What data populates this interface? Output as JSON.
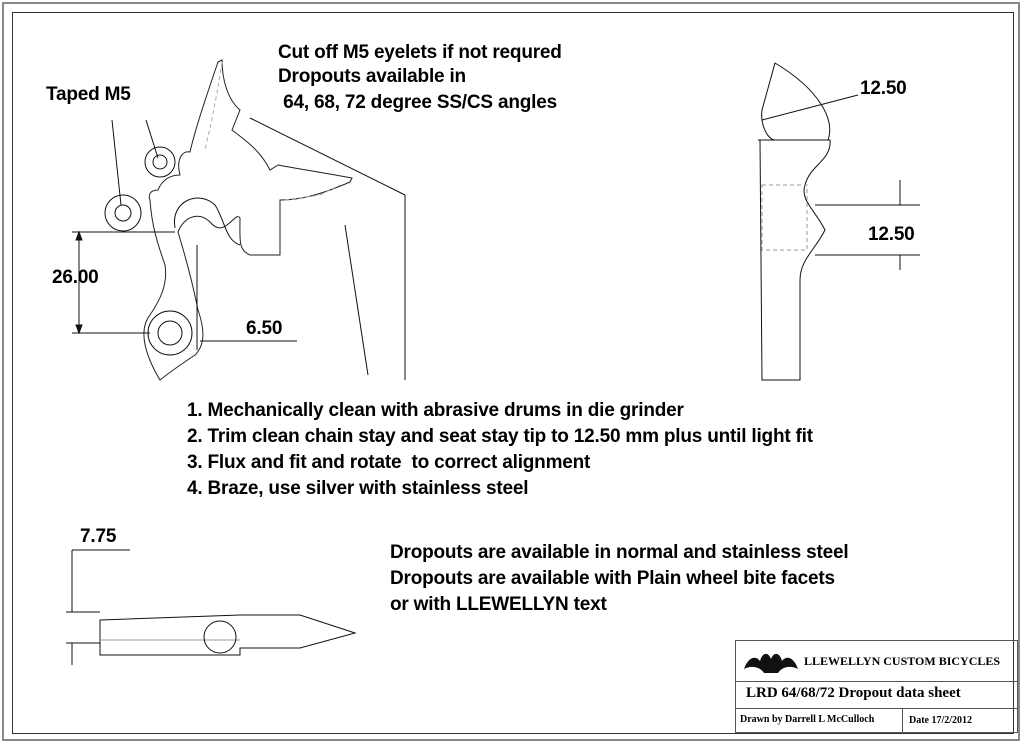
{
  "notes": {
    "eyelets": [
      "Cut off M5 eyelets if not requred",
      "Dropouts available in",
      " 64, 68, 72 degree SS/CS angles"
    ],
    "taped": "Taped M5",
    "steps": [
      "1. Mechanically clean with abrasive drums in die grinder",
      "2. Trim clean chain stay and seat stay tip to 12.50 mm plus until light fit",
      "3. Flux and fit and rotate  to correct alignment",
      "4. Braze, use silver with stainless steel"
    ],
    "availability": [
      "Dropouts are available in normal and stainless steel",
      "Dropouts are available with Plain wheel bite facets",
      "or with LLEWELLYN text"
    ]
  },
  "dimensions": {
    "height": "26.00",
    "offset": "6.50",
    "tip_top": "12.50",
    "tip_side": "12.50",
    "thickness": "7.75"
  },
  "title_block": {
    "company": "LLEWELLYN CUSTOM BICYCLES",
    "sheet": "LRD 64/68/72  Dropout data sheet",
    "drawn_by": "Drawn by Darrell L McCulloch",
    "date": "Date 17/2/2012"
  }
}
